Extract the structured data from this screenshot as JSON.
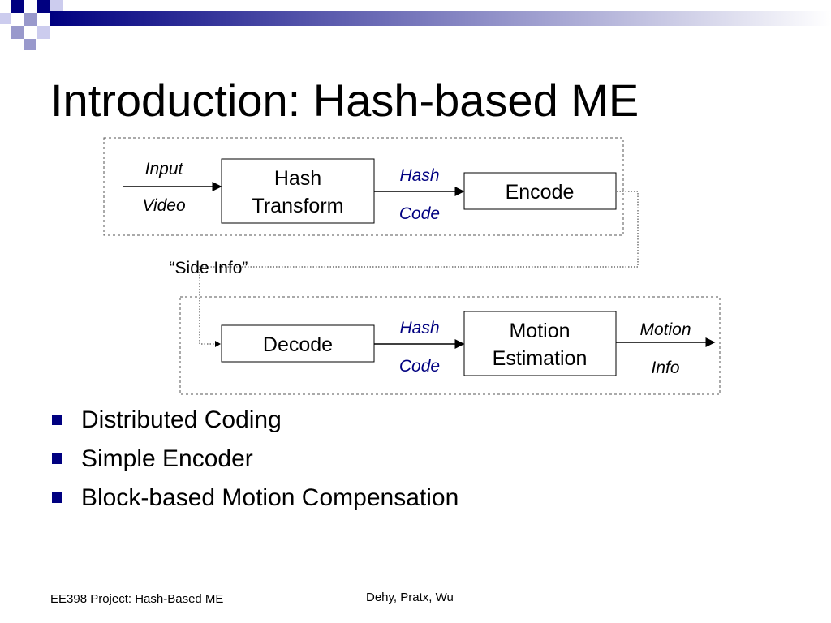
{
  "slide": {
    "title": "Introduction: Hash-based ME",
    "bullets": [
      "Distributed Coding",
      "Simple Encoder",
      "Block-based Motion Compensation"
    ],
    "footer_left": "EE398 Project: Hash-Based ME",
    "footer_center": "Dehy, Pratx, Wu"
  },
  "diagram": {
    "encoder": {
      "input_label": [
        "Input",
        "Video"
      ],
      "hash_transform_box": [
        "Hash",
        "Transform"
      ],
      "hash_code_label": [
        "Hash",
        "Code"
      ],
      "encode_box": "Encode"
    },
    "side_info_label": "“Side Info”",
    "decoder": {
      "decode_box": "Decode",
      "hash_code_label": [
        "Hash",
        "Code"
      ],
      "motion_estimation_box": [
        "Motion",
        "Estimation"
      ],
      "motion_info_label": [
        "Motion",
        "Info"
      ]
    }
  },
  "colors": {
    "accent_navy": "#000080",
    "hash_code_text": "#000080",
    "dashed_border": "#555555"
  }
}
